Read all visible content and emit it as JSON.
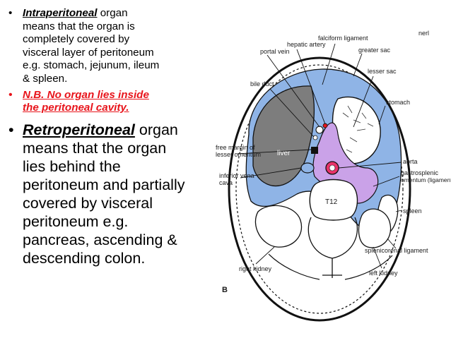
{
  "bullets": {
    "b1_term": "Intraperitoneal",
    "b1_line1_rest": " organ",
    "b1_lines": [
      "means that the organ is",
      "completely covered by",
      "visceral layer of peritoneum",
      "e.g. stomach, jejunum, ileum",
      "& spleen."
    ],
    "b2_lines": [
      "N.B. No organ lies inside",
      "the peritoneal cavity."
    ],
    "b3_term": "Retroperitoneal",
    "b3_line1_rest": " organ",
    "b3_lines": [
      "means  that the organ",
      "lies behind the",
      "peritoneum and partially",
      "covered by visceral",
      "peritoneum e.g.",
      "pancreas, ascending &",
      "descending colon."
    ]
  },
  "figure": {
    "corner_text": "nerl",
    "panel_letter": "B",
    "vertebra_label": "T12",
    "labels": {
      "portal_vein": "portal vein",
      "hepatic_artery": "hepatic artery",
      "falciform_ligament": "falciform ligament",
      "greater_sac": "greater sac",
      "lesser_sac": "lesser sac",
      "bile_duct": "bile duct",
      "stomach": "stomach",
      "free_margin_1": "free margin of",
      "free_margin_2": "lesser omentum",
      "liver": "liver",
      "aorta": "aorta",
      "gastrosplenic_1": "gastrosplenic",
      "gastrosplenic_2": "omentum (ligament)",
      "ivc_1": "inferior vena",
      "ivc_2": "cava",
      "spleen": "spleen",
      "splenicorenal": "splenicorenal ligament",
      "right_kidney": "right kidney",
      "left_kidney": "left kidney"
    }
  },
  "colors": {
    "greater_sac": "#8fb4e6",
    "lesser_sac": "#caa2e8",
    "liver": "#7d7d7d",
    "aorta": "#e8336a",
    "highlight_red": "#e8141b"
  }
}
